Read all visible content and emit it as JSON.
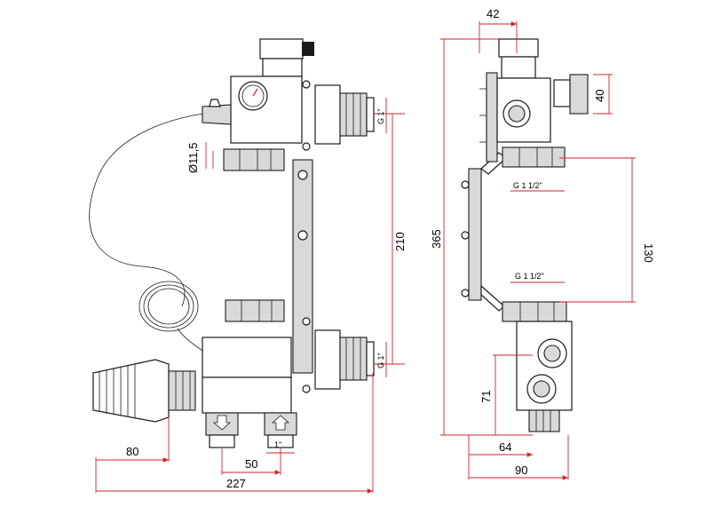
{
  "colors": {
    "dimension": "#d2232a",
    "outline": "#1a1a1a",
    "shade": "#d9d9d9"
  },
  "front_view": {
    "dim_diameter": "Ø11,5",
    "dim_thread_top": "G 1\"",
    "dim_thread_bottom": "G 1\"",
    "dim_vertical_210": "210",
    "dim_80": "80",
    "dim_50": "50",
    "dim_thread_outlet": "1\"",
    "dim_227": "227"
  },
  "side_view": {
    "dim_42": "42",
    "dim_40": "40",
    "dim_365": "365",
    "dim_g112_top": "G 1 1/2\"",
    "dim_130": "130",
    "dim_g112_bottom": "G 1 1/2\"",
    "dim_71": "71",
    "dim_64": "64",
    "dim_90": "90"
  }
}
